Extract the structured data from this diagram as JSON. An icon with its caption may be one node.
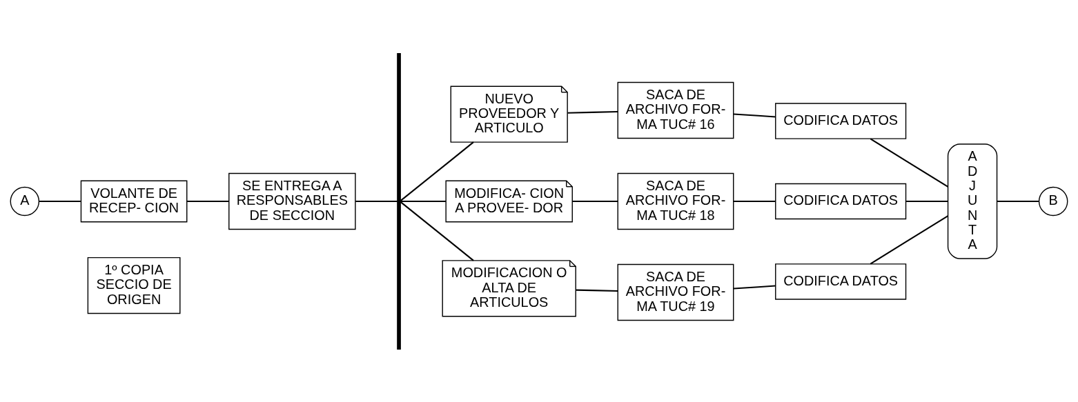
{
  "diagram": {
    "nodes": [
      {
        "text": [
          "A"
        ]
      },
      {
        "text": [
          "VOLANTE DE RECEP- CION"
        ]
      },
      {
        "text": [
          "1º COPIA SECCIO DE ORIGEN"
        ]
      },
      {
        "text": [
          "SE ENTREGA A RESPONSABLES DE SECCION"
        ]
      },
      {
        "text": [],
        "shape": "bar"
      },
      {
        "text": [
          "NUEVO PROVEEDOR Y ARTICULO"
        ]
      },
      {
        "text": [
          "MODIFICA- CION A PROVEE- DOR"
        ]
      },
      {
        "text": [
          "MODIFICACION O ALTA DE ARTICULOS"
        ]
      },
      {
        "text": [
          "SACA DE ARCHIVO FOR- MA TUC# 16"
        ]
      },
      {
        "text": [
          "SACA DE ARCHIVO FOR- MA TUC# 18"
        ]
      },
      {
        "text": [
          "SACA DE ARCHIVO FOR- MA TUC# 19"
        ]
      },
      {
        "text": [
          "CODIFICA DATOS"
        ]
      },
      {
        "text": [
          "CODIFICA DATOS"
        ]
      },
      {
        "text": [
          "CODIFICA DATOS"
        ]
      },
      {
        "text": [
          "A D J U N T A"
        ]
      },
      {
        "text": [
          "B"
        ]
      }
    ],
    "edges": [
      {
        "from": 0,
        "to": 1,
        "arrow": "none"
      },
      {
        "from": 1,
        "to": 3,
        "arrow": "none"
      },
      {
        "from": 3,
        "to": 4,
        "arrow": "none"
      },
      {
        "from": 4,
        "to": 5,
        "arrow": "none"
      },
      {
        "from": 4,
        "to": 6,
        "arrow": "none"
      },
      {
        "from": 4,
        "to": 7,
        "arrow": "none"
      },
      {
        "from": 5,
        "to": 8,
        "arrow": "none"
      },
      {
        "from": 6,
        "to": 9,
        "arrow": "none"
      },
      {
        "from": 7,
        "to": 10,
        "arrow": "none"
      },
      {
        "from": 8,
        "to": 11,
        "arrow": "none"
      },
      {
        "from": 9,
        "to": 12,
        "arrow": "none"
      },
      {
        "from": 10,
        "to": 13,
        "arrow": "none"
      },
      {
        "from": 11,
        "to": 14,
        "arrow": "none"
      },
      {
        "from": 12,
        "to": 14,
        "arrow": "none"
      },
      {
        "from": 13,
        "to": 14,
        "arrow": "none"
      },
      {
        "from": 14,
        "to": 15,
        "arrow": "none"
      }
    ]
  }
}
